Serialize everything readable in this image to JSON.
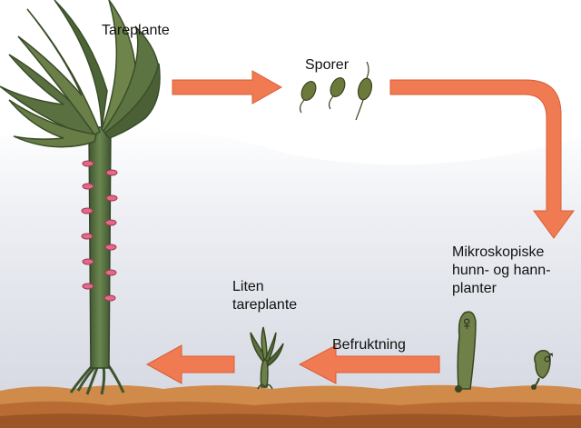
{
  "labels": {
    "tareplante": "Tareplante",
    "sporer": "Sporer",
    "mikroskopiske": [
      "Mikroskopiske",
      "hunn- og hann-",
      "planter"
    ],
    "liten_tareplante": [
      "Liten",
      "tareplante"
    ],
    "befruktning": "Befruktning"
  },
  "symbols": {
    "female": "♀",
    "male": "♂"
  },
  "colors": {
    "arrow": "#f07a52",
    "stem": "#4f6b3c",
    "frond": "#5a7040",
    "seabed": "#d08a4a",
    "spore": "#6b7a3a",
    "sky": "#dfe2ea"
  }
}
